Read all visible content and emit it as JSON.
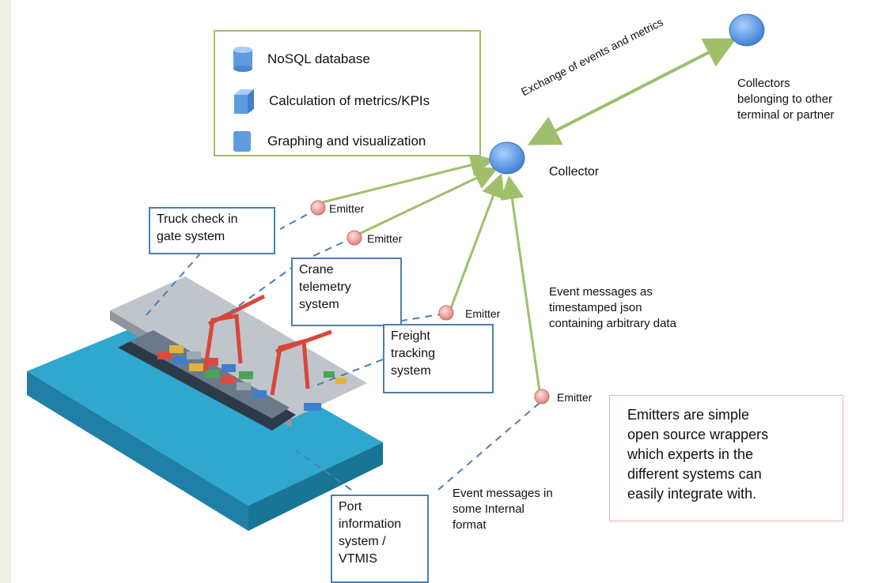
{
  "legend": {
    "items": [
      {
        "icon": "cylinder-icon",
        "label": "NoSQL database"
      },
      {
        "icon": "cube-icon",
        "label": "Calculation of metrics/KPIs"
      },
      {
        "icon": "square-icon",
        "label": "Graphing and visualization"
      }
    ]
  },
  "exchange_label": "Exchange of events and metrics",
  "collector_label": "Collector",
  "remote_collectors_label": "Collectors\nbelonging to other\nterminal or partner",
  "emitter_label": "Emitter",
  "event_json_label": "Event messages as\ntimestamped json\ncontaining arbitrary data",
  "event_internal_label": "Event messages in\nsome Internal\nformat",
  "systems": {
    "truck": "Truck check in\ngate system",
    "crane": "Crane\ntelemetry\nsystem",
    "freight": "Freight\ntracking\nsystem",
    "port": "Port\ninformation\nsystem /\nVTMIS"
  },
  "note": "Emitters are simple\nopen source wrappers\nwhich experts in the\ndifferent systems can\neasily integrate with.",
  "colors": {
    "arrow_green": "#9fbf6a",
    "collector_blue": "#5f9be0",
    "emitter_pink": "#f4a9a9",
    "box_border": "#4e7fb2",
    "water": "#3bb3d6"
  }
}
